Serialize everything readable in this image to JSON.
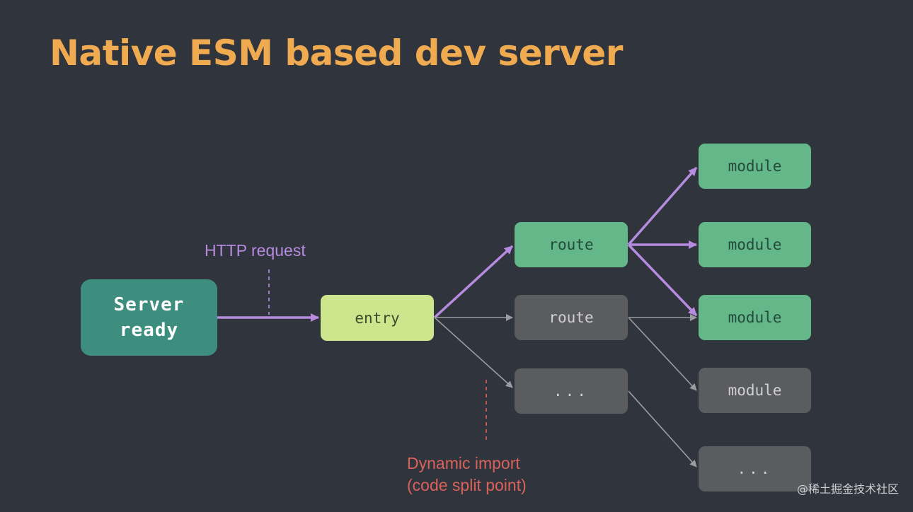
{
  "title": "Native ESM based dev server",
  "nodes": {
    "server_line1": "Server",
    "server_line2": "ready",
    "entry": "entry",
    "route_active": "route",
    "route_inactive": "route",
    "ellipsis_route": "...",
    "module_1": "module",
    "module_2": "module",
    "module_3": "module",
    "module_4": "module",
    "ellipsis_module": "..."
  },
  "labels": {
    "http_request": "HTTP request",
    "dynamic_import_line1": "Dynamic import",
    "dynamic_import_line2": "(code split point)"
  },
  "watermark": "@稀土掘金技术社区",
  "colors": {
    "background": "#30343c",
    "title": "#f0aa50",
    "server": "#3e8e80",
    "entry": "#cde58c",
    "active_node": "#63b788",
    "inactive_node": "#5a5c5f",
    "active_edge": "#b68be0",
    "inactive_edge": "#9a9ca0",
    "dynamic_import": "#d9625b"
  }
}
